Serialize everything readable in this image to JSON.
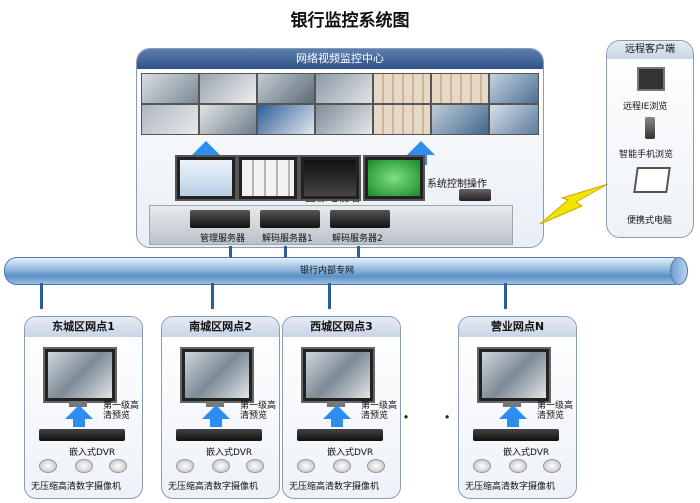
{
  "title": "银行监控系统图",
  "center": {
    "header": "网络视频监控中心",
    "wall_label": "图像电视墙",
    "control_label": "系统控制操作",
    "servers": [
      "管理服务器",
      "解码服务器1",
      "解码服务器2"
    ]
  },
  "remote": {
    "header": "远程客户端",
    "items": [
      "远程IE浏览",
      "智能手机浏览",
      "便携式电脑"
    ]
  },
  "network_label": "银行内部专网",
  "branches": [
    {
      "name": "东城区网点1",
      "preview": "第一级高清预览",
      "dvr": "嵌入式DVR",
      "cameras": "无压缩高清数字摄像机"
    },
    {
      "name": "南城区网点2",
      "preview": "第一级高清预览",
      "dvr": "嵌入式DVR",
      "cameras": "无压缩高清数字摄像机"
    },
    {
      "name": "西城区网点3",
      "preview": "第一级高清预览",
      "dvr": "嵌入式DVR",
      "cameras": "无压缩高清数字摄像机"
    },
    {
      "name": "营业网点N",
      "preview": "第一级高清预览",
      "dvr": "嵌入式DVR",
      "cameras": "无压缩高清数字摄像机"
    }
  ],
  "ellipsis": "・ ・ ・",
  "colors": {
    "arrow": "#2d8ef0",
    "bus": "#5b8fc6",
    "header": "#2f5388"
  }
}
